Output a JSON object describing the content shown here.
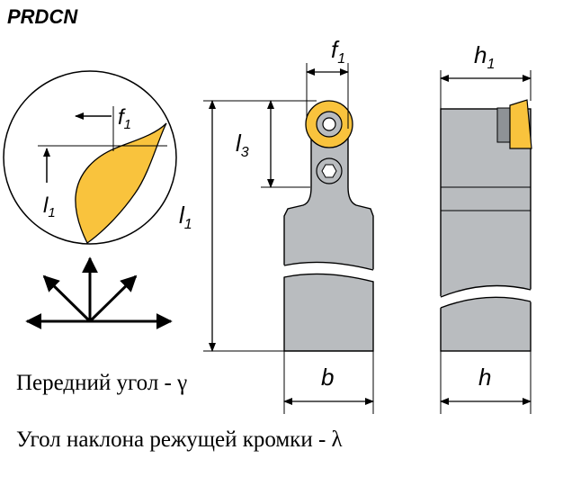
{
  "title": "PRDCN",
  "detail": {
    "f1": "f",
    "f1_sub": "1",
    "l1": "l",
    "l1_sub": "1"
  },
  "front_view": {
    "f1": "f",
    "f1_sub": "1",
    "l3": "l",
    "l3_sub": "3",
    "l1": "l",
    "l1_sub": "1",
    "b": "b"
  },
  "side_view": {
    "h1": "h",
    "h1_sub": "1",
    "h": "h"
  },
  "captions": {
    "rake_angle": "Передний угол - γ",
    "inclination_angle": "Угол наклона режущей кромки - λ"
  },
  "colors": {
    "insert": "#F9C33D",
    "holder": "#B9BCBF",
    "holder_dark": "#8E9296",
    "line": "#000000"
  }
}
